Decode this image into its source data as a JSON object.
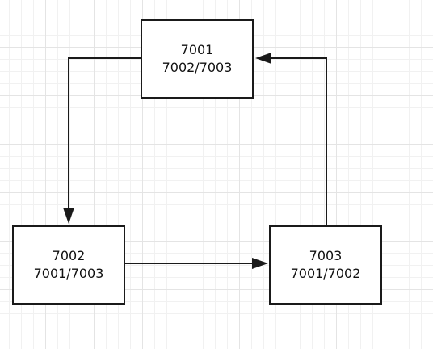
{
  "diagram": {
    "nodes": [
      {
        "id": "7001",
        "port": "7001",
        "peers": "7002/7003"
      },
      {
        "id": "7002",
        "port": "7002",
        "peers": "7001/7003"
      },
      {
        "id": "7003",
        "port": "7003",
        "peers": "7001/7002"
      }
    ],
    "edges": [
      {
        "from": "7001",
        "to": "7002"
      },
      {
        "from": "7002",
        "to": "7003"
      },
      {
        "from": "7003",
        "to": "7001"
      }
    ],
    "colors": {
      "stroke": "#1a1a1a",
      "grid": "#e4e4e4",
      "background": "#ffffff"
    }
  }
}
